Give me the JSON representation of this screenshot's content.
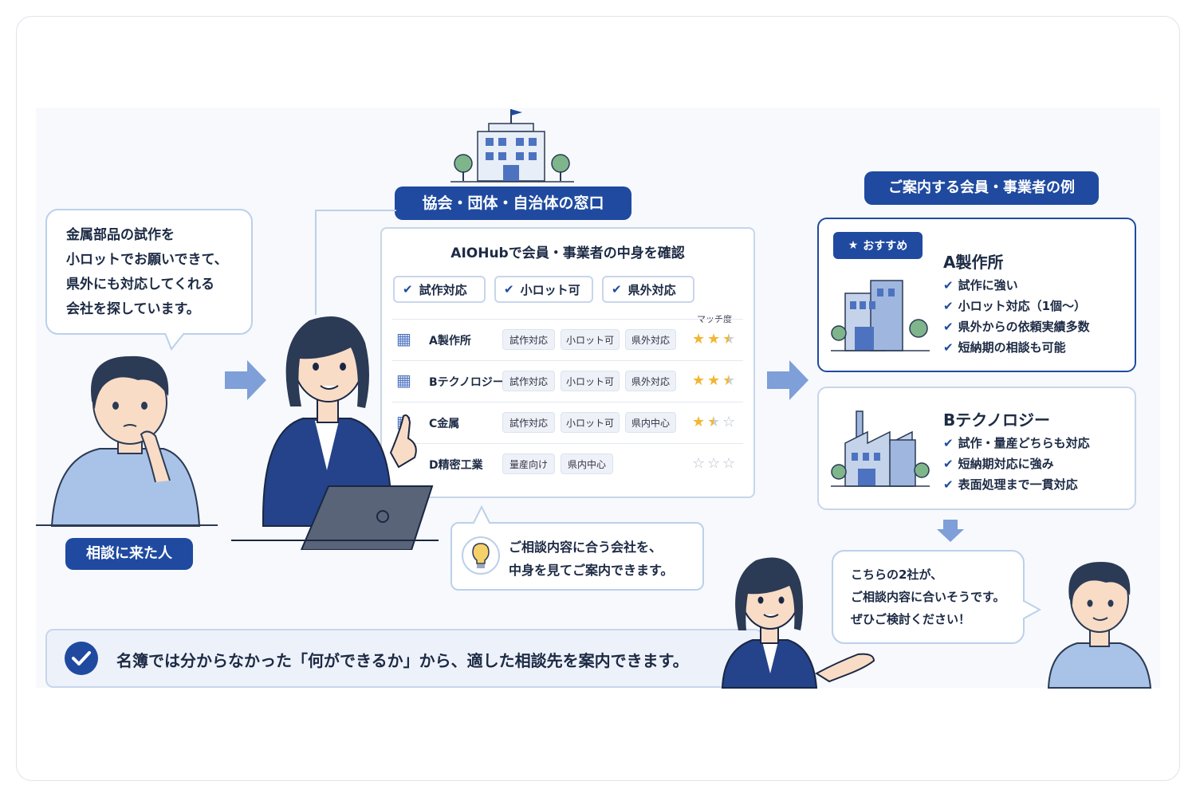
{
  "visitor_bubble": {
    "lines": [
      "金属部品の試作を",
      "小ロットでお願いできて、",
      "県外にも対応してくれる",
      "会社を探しています。"
    ]
  },
  "visitor_label": "相談に来た人",
  "office_label": "協会・団体・自治体の窓口",
  "panel": {
    "title": "AIOHubで会員・事業者の中身を確認",
    "filters": [
      "試作対応",
      "小ロット可",
      "県外対応"
    ],
    "match_header": "マッチ度",
    "rows": [
      {
        "name": "A製作所",
        "tags": [
          "試作対応",
          "小ロット可",
          "県外対応"
        ],
        "stars": 2.5
      },
      {
        "name": "Bテクノロジー",
        "tags": [
          "試作対応",
          "小ロット可",
          "県外対応"
        ],
        "stars": 2.5
      },
      {
        "name": "C金属",
        "tags": [
          "試作対応",
          "小ロット可",
          "県内中心"
        ],
        "stars": 1.5
      },
      {
        "name": "D精密工業",
        "tags": [
          "量産向け",
          "県内中心"
        ],
        "stars": 0
      }
    ]
  },
  "tip_bubble": {
    "lines": [
      "ご相談内容に合う会社を、",
      "中身を見てご案内できます。"
    ]
  },
  "examples_label": "ご案内する会員・事業者の例",
  "card_a": {
    "badge": "おすすめ",
    "name": "A製作所",
    "features": [
      "試作に強い",
      "小ロット対応（1個〜）",
      "県外からの依頼実績多数",
      "短納期の相談も可能"
    ]
  },
  "card_b": {
    "name": "Bテクノロジー",
    "features": [
      "試作・量産どちらも対応",
      "短納期対応に強み",
      "表面処理まで一貫対応"
    ]
  },
  "reply_bubble": {
    "lines": [
      "こちらの2社が、",
      "ご相談内容に合いそうです。",
      "ぜひご検討ください！"
    ]
  },
  "summary": "名簿では分からなかった「何ができるか」から、適した相談先を案内できます。",
  "colors": {
    "accent": "#1f4aa0",
    "star": "#f2b630",
    "arrow": "#7e9fd8"
  }
}
